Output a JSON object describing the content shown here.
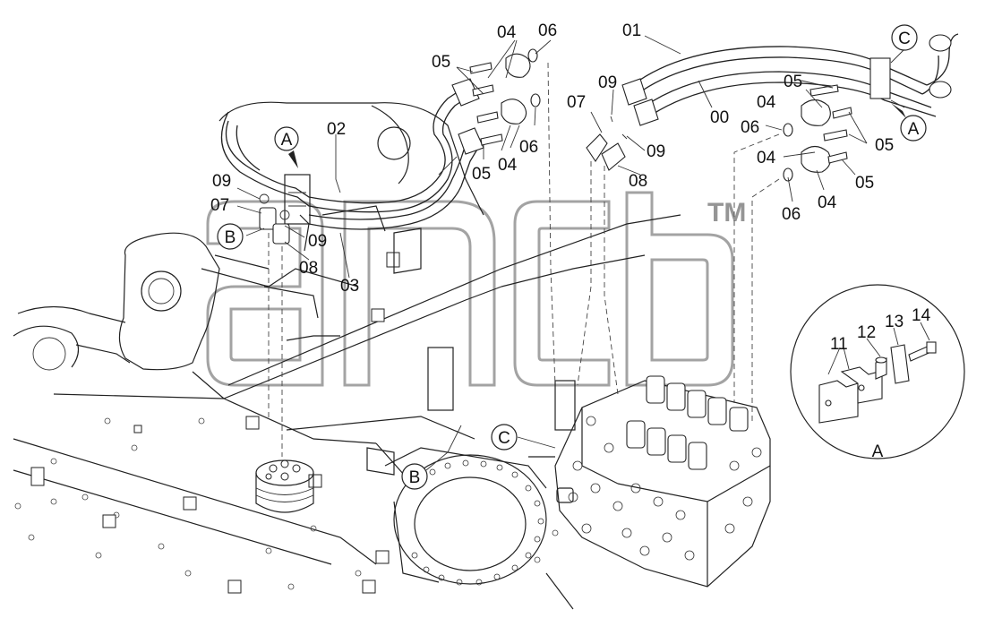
{
  "parts": [
    {
      "id": "p01",
      "text": "01"
    },
    {
      "id": "p00",
      "text": "00"
    },
    {
      "id": "p02",
      "text": "02"
    },
    {
      "id": "p03",
      "text": "03"
    },
    {
      "id": "p04a",
      "text": "04"
    },
    {
      "id": "p04b",
      "text": "04"
    },
    {
      "id": "p04c",
      "text": "04"
    },
    {
      "id": "p04d",
      "text": "04"
    },
    {
      "id": "p04e",
      "text": "04"
    },
    {
      "id": "p05a",
      "text": "05"
    },
    {
      "id": "p05b",
      "text": "05"
    },
    {
      "id": "p05c",
      "text": "05"
    },
    {
      "id": "p05d",
      "text": "05"
    },
    {
      "id": "p05e",
      "text": "05"
    },
    {
      "id": "p06a",
      "text": "06"
    },
    {
      "id": "p06b",
      "text": "06"
    },
    {
      "id": "p06c",
      "text": "06"
    },
    {
      "id": "p06d",
      "text": "06"
    },
    {
      "id": "p07a",
      "text": "07"
    },
    {
      "id": "p07b",
      "text": "07"
    },
    {
      "id": "p08a",
      "text": "08"
    },
    {
      "id": "p08b",
      "text": "08"
    },
    {
      "id": "p09a",
      "text": "09"
    },
    {
      "id": "p09b",
      "text": "09"
    },
    {
      "id": "p09c",
      "text": "09"
    },
    {
      "id": "p09d",
      "text": "09"
    },
    {
      "id": "p11",
      "text": "11"
    },
    {
      "id": "p12",
      "text": "12"
    },
    {
      "id": "p13",
      "text": "13"
    },
    {
      "id": "p14",
      "text": "14"
    }
  ],
  "callouts": {
    "A_left": "A",
    "A_right": "A",
    "B_left": "B",
    "B_center": "B",
    "C_top": "C",
    "C_center": "C",
    "detail_label": "A"
  },
  "watermark": {
    "text": "ancb",
    "tm": "TM"
  }
}
